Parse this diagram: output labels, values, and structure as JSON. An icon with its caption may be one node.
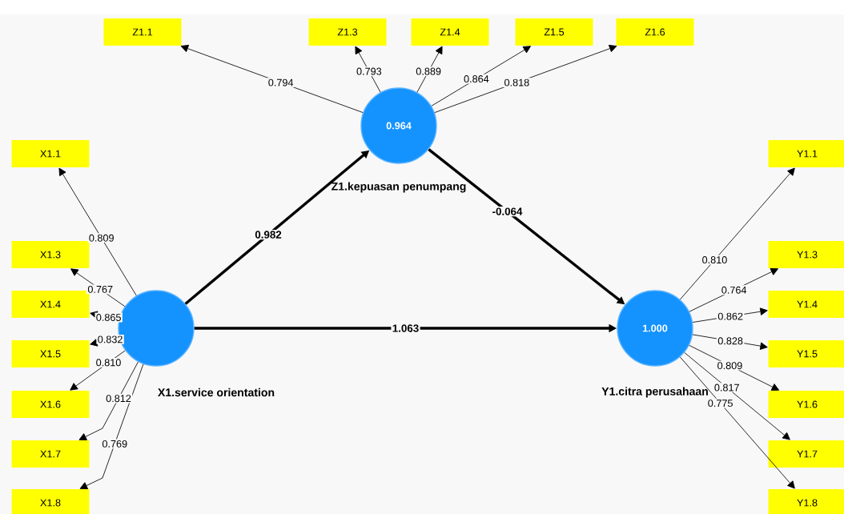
{
  "diagram": {
    "nodes": [
      {
        "text": [
          "X1.service orientation"
        ]
      },
      {
        "text": [
          "0.964",
          "Z1.kepuasan penumpang"
        ]
      },
      {
        "text": [
          "1.000",
          "Y1.citra perusahaan"
        ]
      },
      {
        "text": [
          "Z1.1"
        ]
      },
      {
        "text": [
          "Z1.3"
        ]
      },
      {
        "text": [
          "Z1.4"
        ]
      },
      {
        "text": [
          "Z1.5"
        ]
      },
      {
        "text": [
          "Z1.6"
        ]
      },
      {
        "text": [
          "X1.1"
        ]
      },
      {
        "text": [
          "X1.3"
        ]
      },
      {
        "text": [
          "X1.4"
        ]
      },
      {
        "text": [
          "X1.5"
        ]
      },
      {
        "text": [
          "X1.6"
        ]
      },
      {
        "text": [
          "X1.7"
        ]
      },
      {
        "text": [
          "X1.8"
        ]
      },
      {
        "text": [
          "Y1.1"
        ]
      },
      {
        "text": [
          "Y1.3"
        ]
      },
      {
        "text": [
          "Y1.4"
        ]
      },
      {
        "text": [
          "Y1.5"
        ]
      },
      {
        "text": [
          "Y1.6"
        ]
      },
      {
        "text": [
          "Y1.7"
        ]
      },
      {
        "text": [
          "Y1.8"
        ]
      }
    ],
    "edges": [
      {
        "from": 0,
        "to": 1,
        "arrow": "to",
        "label": "0.982",
        "style": "thick"
      },
      {
        "from": 1,
        "to": 2,
        "arrow": "to",
        "label": "-0.064",
        "style": "thick"
      },
      {
        "from": 0,
        "to": 2,
        "arrow": "to",
        "label": "1.063",
        "style": "thick"
      },
      {
        "from": 1,
        "to": 3,
        "arrow": "to",
        "label": "0.794"
      },
      {
        "from": 1,
        "to": 4,
        "arrow": "to",
        "label": "0.793"
      },
      {
        "from": 1,
        "to": 5,
        "arrow": "to",
        "label": "0.889"
      },
      {
        "from": 1,
        "to": 6,
        "arrow": "to",
        "label": "0.864"
      },
      {
        "from": 1,
        "to": 7,
        "arrow": "to",
        "label": "0.818"
      },
      {
        "from": 0,
        "to": 8,
        "arrow": "to",
        "label": "0.809"
      },
      {
        "from": 0,
        "to": 9,
        "arrow": "to",
        "label": "0.767"
      },
      {
        "from": 0,
        "to": 10,
        "arrow": "to",
        "label": "0.865"
      },
      {
        "from": 0,
        "to": 11,
        "arrow": "to",
        "label": "0.832"
      },
      {
        "from": 0,
        "to": 12,
        "arrow": "to",
        "label": "0.810"
      },
      {
        "from": 0,
        "to": 13,
        "arrow": "to",
        "label": "0.812"
      },
      {
        "from": 0,
        "to": 14,
        "arrow": "to",
        "label": "0.769"
      },
      {
        "from": 2,
        "to": 15,
        "arrow": "to",
        "label": "0.810"
      },
      {
        "from": 2,
        "to": 16,
        "arrow": "to",
        "label": "0.764"
      },
      {
        "from": 2,
        "to": 17,
        "arrow": "to",
        "label": "0.862"
      },
      {
        "from": 2,
        "to": 18,
        "arrow": "to",
        "label": "0.828"
      },
      {
        "from": 2,
        "to": 19,
        "arrow": "to",
        "label": "0.809"
      },
      {
        "from": 2,
        "to": 20,
        "arrow": "to",
        "label": "0.817"
      },
      {
        "from": 2,
        "to": 21,
        "arrow": "to",
        "label": "0.775"
      }
    ]
  }
}
